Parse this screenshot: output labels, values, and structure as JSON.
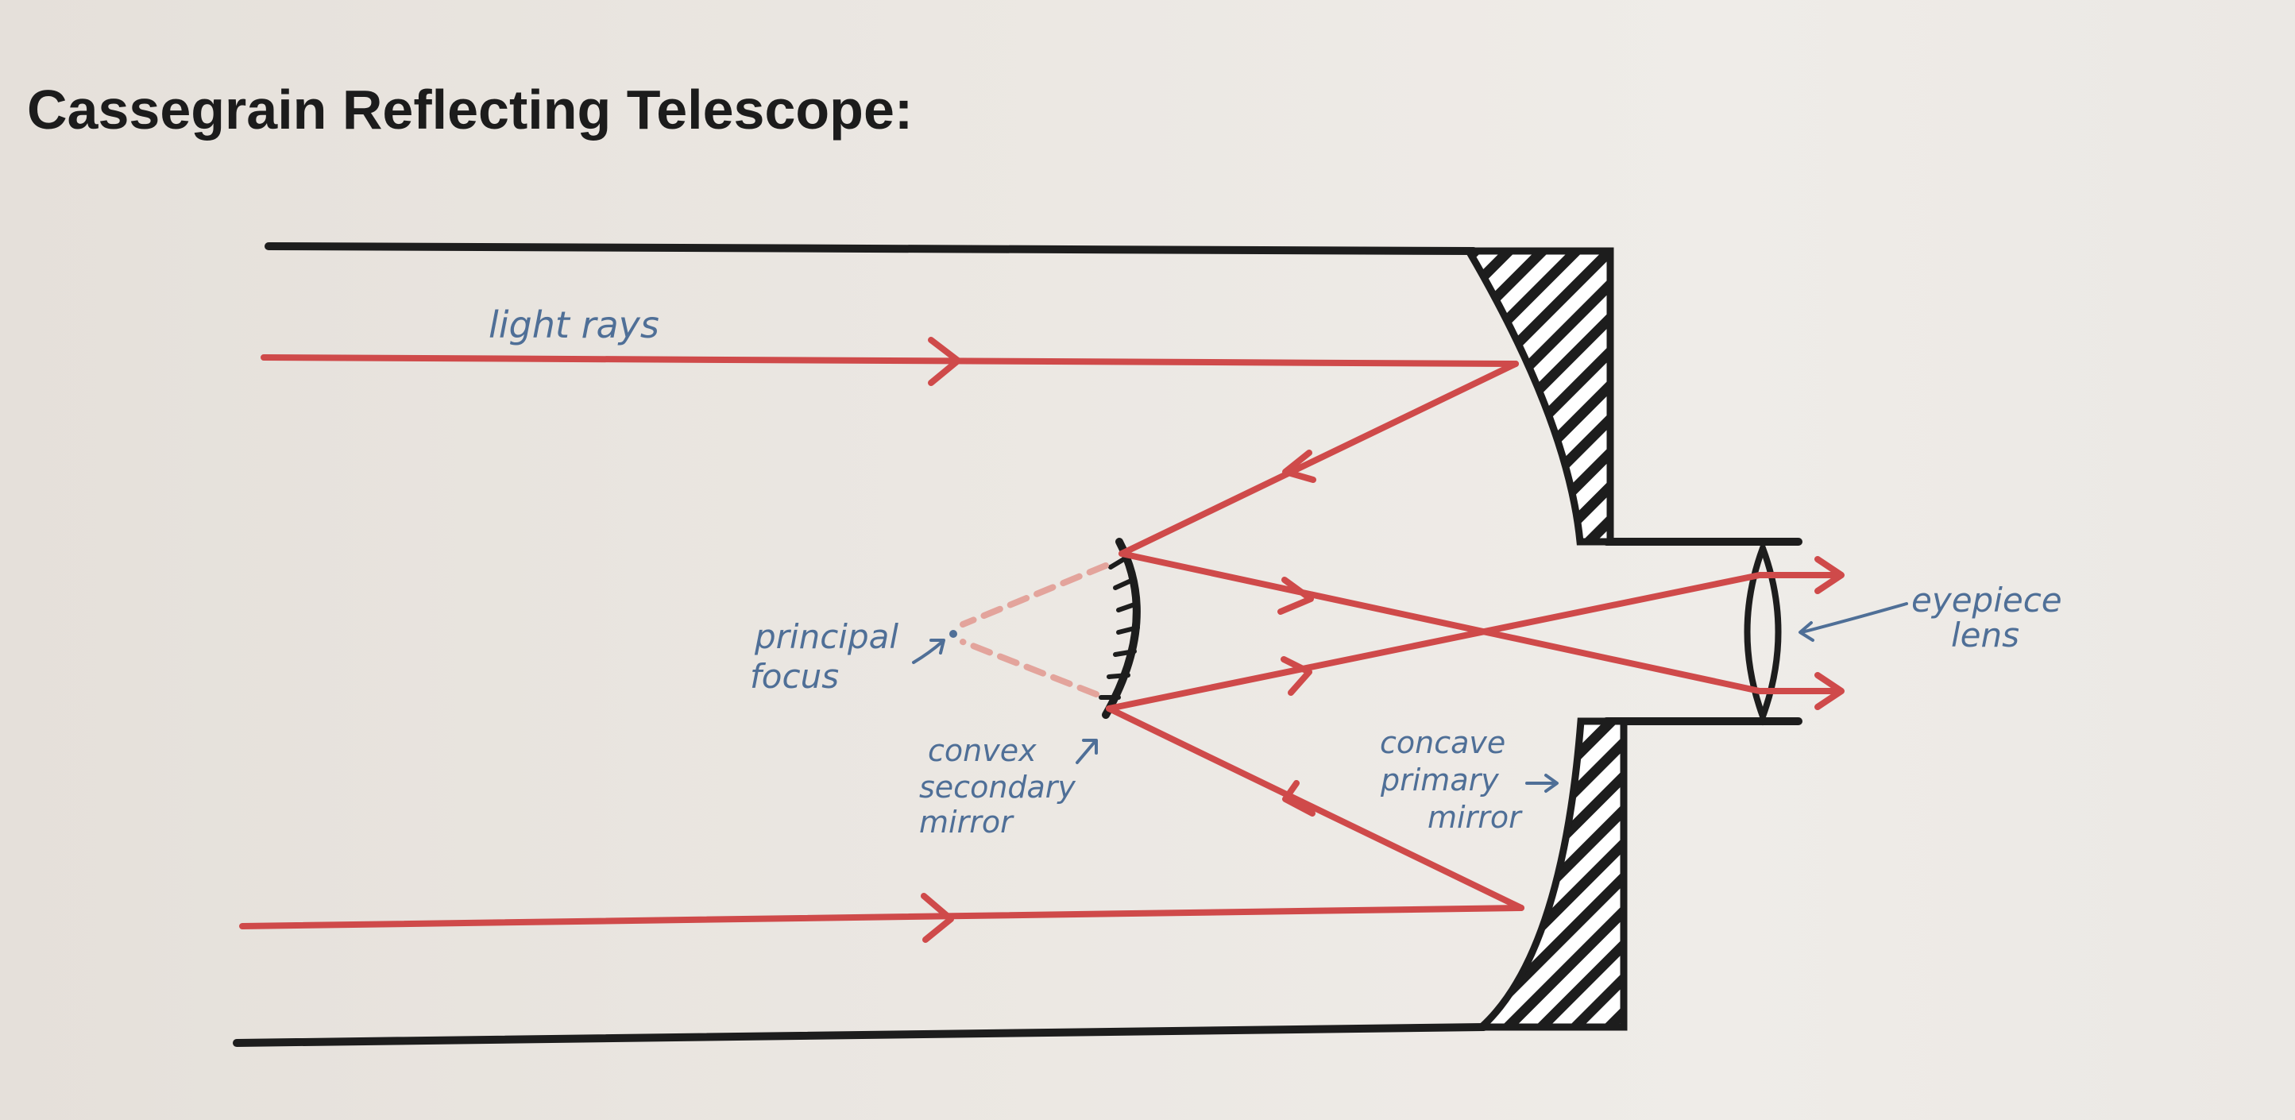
{
  "title": "Cassegrain Reflecting Telescope:",
  "labels": {
    "light_rays": "light rays",
    "principal_focus_line1": "principal",
    "principal_focus_line2": "focus",
    "convex_line1": "convex",
    "convex_line2": "secondary",
    "convex_line3": "mirror",
    "concave_line1": "concave",
    "concave_line2": "primary",
    "concave_line3": "mirror",
    "eyepiece_line1": "eyepiece",
    "eyepiece_line2": "lens"
  },
  "colors": {
    "ray": "#cf4a4a",
    "label": "#4f6f97",
    "outline": "#1d1d1d",
    "background": "#ebe7e2"
  }
}
